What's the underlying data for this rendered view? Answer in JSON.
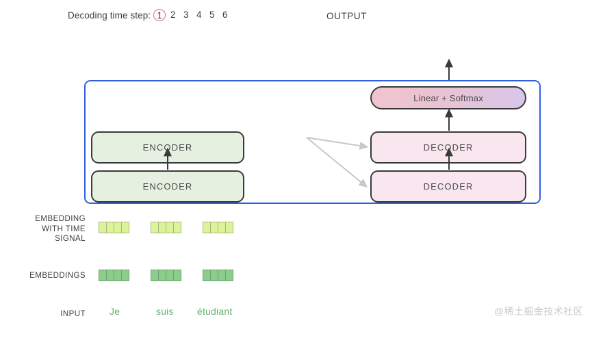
{
  "header": {
    "decoding_step_label": "Decoding time step:",
    "steps": [
      {
        "value": "1",
        "active": true
      },
      {
        "value": "2",
        "active": false
      },
      {
        "value": "3",
        "active": false
      },
      {
        "value": "4",
        "active": false
      },
      {
        "value": "5",
        "active": false
      },
      {
        "value": "6",
        "active": false
      }
    ],
    "output_label": "OUTPUT"
  },
  "diagram": {
    "softmax_label": "Linear + Softmax",
    "encoder_top_label": "ENCODER",
    "encoder_bottom_label": "ENCODER",
    "decoder_top_label": "DECODER",
    "decoder_bottom_label": "DECODER"
  },
  "rows": {
    "embedding_with_time_signal_label": "EMBEDDING\nWITH TIME\nSIGNAL",
    "embedding_with_time_signal_line1": "EMBEDDING",
    "embedding_with_time_signal_line2": "WITH TIME",
    "embedding_with_time_signal_line3": "SIGNAL",
    "embeddings_label": "EMBEDDINGS",
    "input_label": "INPUT"
  },
  "input_tokens": [
    {
      "text": "Je",
      "cells_time": 4,
      "cells_embed": 4
    },
    {
      "text": "suis",
      "cells_time": 4,
      "cells_embed": 4
    },
    {
      "text": "étudiant",
      "cells_time": 4,
      "cells_embed": 4
    }
  ],
  "watermark": "@稀土掘金技术社区",
  "colors": {
    "container_border": "#2f5fe0",
    "encoder_fill": "#e6f0e0",
    "decoder_fill": "#f9e6ee",
    "softmax_gradient_start": "#f0c4cd",
    "softmax_gradient_end": "#d8c6ea",
    "active_step_ring": "#e5609c",
    "time_signal_cell": "#ddf39a",
    "embedding_cell": "#8ccd8b",
    "word_text": "#66b36b",
    "arrow_dark": "#3a3a3a",
    "arrow_light": "#c9c9c9"
  }
}
